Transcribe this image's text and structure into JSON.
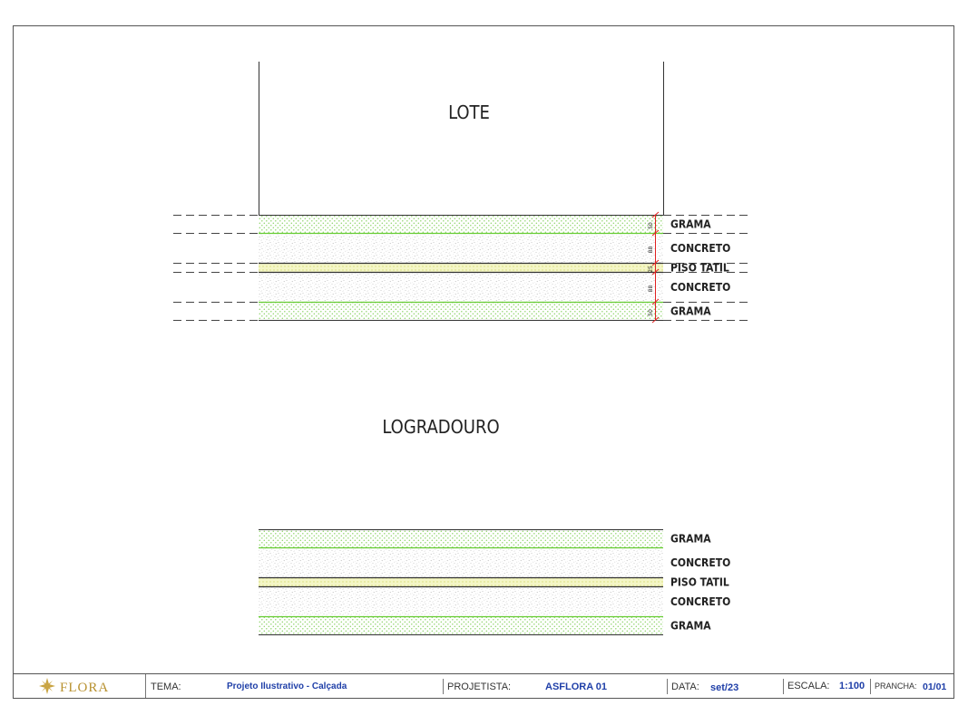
{
  "drawing": {
    "lot_label": "LOTE",
    "street_label": "LOGRADOURO",
    "upper_section": {
      "layers": [
        {
          "label": "GRAMA",
          "dimension": "50",
          "material": "grass"
        },
        {
          "label": "CONCRETO",
          "dimension": "88",
          "material": "concrete"
        },
        {
          "label": "PISO TATIL",
          "dimension": "25",
          "material": "tactile"
        },
        {
          "label": "CONCRETO",
          "dimension": "88",
          "material": "concrete"
        },
        {
          "label": "GRAMA",
          "dimension": "50",
          "material": "grass"
        }
      ]
    },
    "lower_section": {
      "layers": [
        {
          "label": "GRAMA",
          "material": "grass"
        },
        {
          "label": "CONCRETO",
          "material": "concrete"
        },
        {
          "label": "PISO TATIL",
          "material": "tactile"
        },
        {
          "label": "CONCRETO",
          "material": "concrete"
        },
        {
          "label": "GRAMA",
          "material": "grass"
        }
      ]
    }
  },
  "title_block": {
    "logo_text": "FLORA",
    "tema_label": "TEMA:",
    "tema_value": "Projeto Ilustrativo - Calçada",
    "projetista_label": "PROJETISTA:",
    "projetista_value": "ASFLORA 01",
    "data_label": "DATA:",
    "data_value": "set/23",
    "escala_label": "ESCALA:",
    "escala_value": "1:100",
    "prancha_label": "PRANCHA:",
    "prancha_value": "01/01"
  },
  "colors": {
    "grass_line": "#66cc33",
    "grass_dot": "#8fd46a",
    "tactile_fill": "#f1f3b0",
    "concrete_speck": "#b9b9b9",
    "dimension": "#e02020",
    "frame": "#555555",
    "title_value": "#1f3fa8",
    "logo": "#c9a441"
  }
}
